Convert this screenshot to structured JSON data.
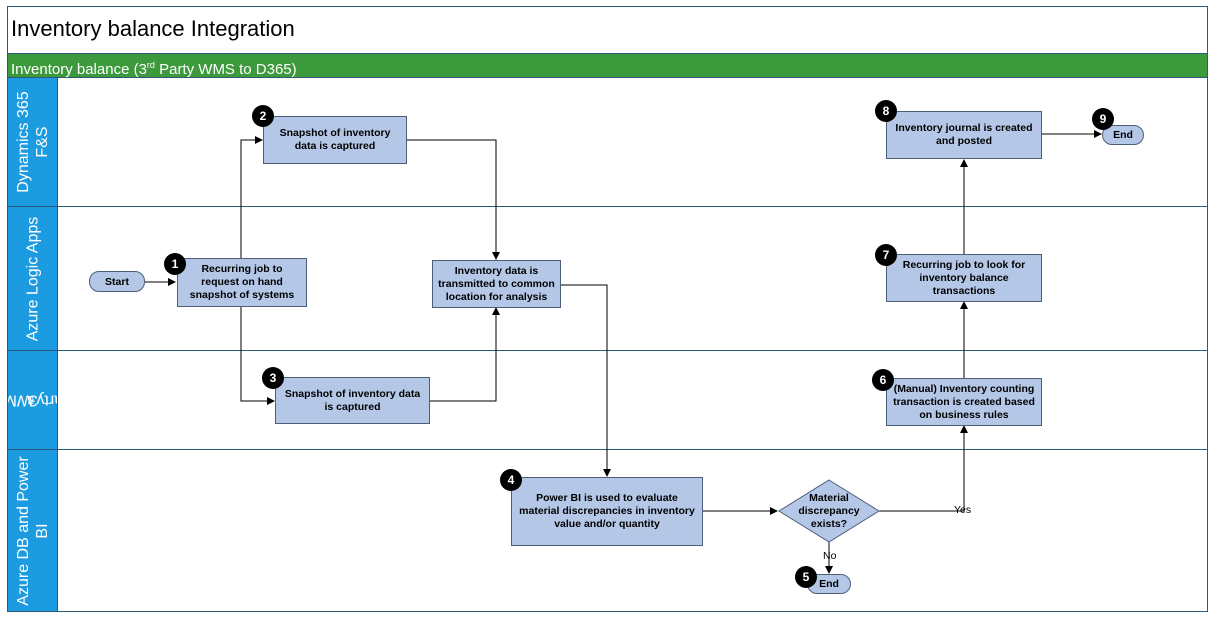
{
  "title": "Inventory balance Integration",
  "banner": {
    "pre": "Inventory balance (3",
    "sup": "rd",
    "post": " Party WMS to D365)"
  },
  "lanes": [
    {
      "label": "Dynamics 365 F&S"
    },
    {
      "label": "Azure Logic Apps"
    },
    {
      "label_pre": "3",
      "label_sup": "rd",
      "label_post": " Party WMS"
    },
    {
      "label": "Azure DB and Power BI"
    }
  ],
  "nodes": {
    "start": "Start",
    "step1": "Recurring job to request on hand snapshot of systems",
    "step2": "Snapshot of inventory data is captured",
    "step3": "Snapshot of inventory data is captured",
    "transmit": "Inventory data is transmitted to common location for analysis",
    "step4": "Power BI is used to evaluate material discrepancies in inventory value and/or quantity",
    "decision": "Material discrepancy exists?",
    "end5": "End",
    "step6": "(Manual) Inventory counting transaction is created based on business rules",
    "step7": "Recurring job to look for inventory balance transactions",
    "step8": "Inventory journal is created and posted",
    "end9": "End"
  },
  "badges": {
    "b1": "1",
    "b2": "2",
    "b3": "3",
    "b4": "4",
    "b5": "5",
    "b6": "6",
    "b7": "7",
    "b8": "8",
    "b9": "9"
  },
  "edge_labels": {
    "yes": "Yes",
    "no": "No"
  },
  "colors": {
    "lane": "#1d9be0",
    "banner": "#3c9a3c",
    "box": "#b4c7e7",
    "border": "#2e5a7a"
  }
}
